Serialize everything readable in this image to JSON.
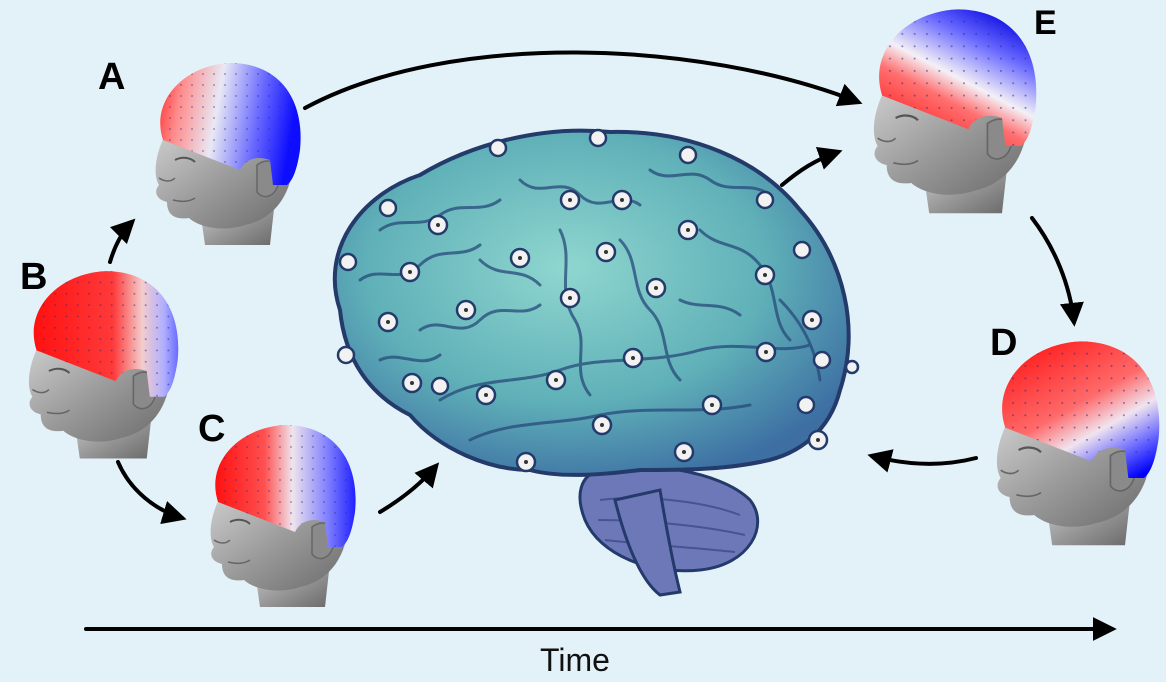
{
  "labels": {
    "a": "A",
    "b": "B",
    "c": "C",
    "d": "D",
    "e": "E",
    "time": "Time"
  },
  "colors": {
    "background": "#e3f2f8",
    "positive": "#ff1a1a",
    "negative": "#1a1aff",
    "brain_fill": "#5fb0b8",
    "brain_outline": "#233a6a",
    "cerebellum": "#6d78b8",
    "skin": "#9a9a9a",
    "arrow": "#000000"
  },
  "heads": [
    {
      "id": "A",
      "scalp_map": "red-front-to-blue-back"
    },
    {
      "id": "B",
      "scalp_map": "mostly-red-blue-back-edge"
    },
    {
      "id": "C",
      "scalp_map": "red-front-to-blue-back"
    },
    {
      "id": "D",
      "scalp_map": "red-top-to-blue-lower-back"
    },
    {
      "id": "E",
      "scalp_map": "red-front-lower-to-blue-top-back"
    }
  ],
  "electrode_icon": "eeg-electrode-icon"
}
